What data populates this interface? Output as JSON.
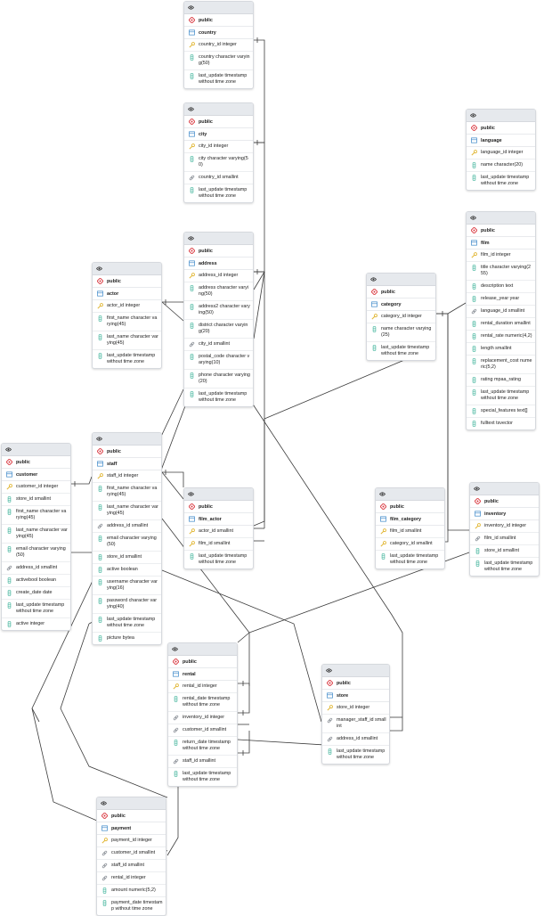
{
  "tables": [
    {
      "id": "country",
      "schema": "public",
      "name": "country",
      "columns": [
        {
          "type": "pk",
          "text": "country_id integer"
        },
        {
          "type": "col",
          "text": "country character varying(50)"
        },
        {
          "type": "col",
          "text": "last_update timestamp without time zone"
        }
      ]
    },
    {
      "id": "city",
      "schema": "public",
      "name": "city",
      "columns": [
        {
          "type": "pk",
          "text": "city_id integer"
        },
        {
          "type": "col",
          "text": "city character varying(50)"
        },
        {
          "type": "fk",
          "text": "country_id smallint"
        },
        {
          "type": "col",
          "text": "last_update timestamp without time zone"
        }
      ]
    },
    {
      "id": "language",
      "schema": "public",
      "name": "language",
      "columns": [
        {
          "type": "pk",
          "text": "language_id integer"
        },
        {
          "type": "col",
          "text": "name character(20)"
        },
        {
          "type": "col",
          "text": "last_update timestamp without time zone"
        }
      ]
    },
    {
      "id": "film",
      "schema": "public",
      "name": "film",
      "columns": [
        {
          "type": "pk",
          "text": "film_id integer"
        },
        {
          "type": "col",
          "text": "title character varying(255)"
        },
        {
          "type": "col",
          "text": "description text"
        },
        {
          "type": "col",
          "text": "release_year year"
        },
        {
          "type": "fk",
          "text": "language_id smallint"
        },
        {
          "type": "col",
          "text": "rental_duration smallint"
        },
        {
          "type": "col",
          "text": "rental_rate numeric(4,2)"
        },
        {
          "type": "col",
          "text": "length smallint"
        },
        {
          "type": "col",
          "text": "replacement_cost numeric(5,2)"
        },
        {
          "type": "col",
          "text": "rating mpaa_rating"
        },
        {
          "type": "col",
          "text": "last_update timestamp without time zone"
        },
        {
          "type": "col",
          "text": "special_features text[]"
        },
        {
          "type": "col",
          "text": "fulltext tsvector"
        }
      ]
    },
    {
      "id": "address",
      "schema": "public",
      "name": "address",
      "columns": [
        {
          "type": "pk",
          "text": "address_id integer"
        },
        {
          "type": "col",
          "text": "address character varying(50)"
        },
        {
          "type": "col",
          "text": "address2 character varying(50)"
        },
        {
          "type": "col",
          "text": "district character varying(20)"
        },
        {
          "type": "fk",
          "text": "city_id smallint"
        },
        {
          "type": "col",
          "text": "postal_code character varying(10)"
        },
        {
          "type": "col",
          "text": "phone character varying(20)"
        },
        {
          "type": "col",
          "text": "last_update timestamp without time zone"
        }
      ]
    },
    {
      "id": "actor",
      "schema": "public",
      "name": "actor",
      "columns": [
        {
          "type": "pk",
          "text": "actor_id integer"
        },
        {
          "type": "col",
          "text": "first_name character varying(45)"
        },
        {
          "type": "col",
          "text": "last_name character varying(45)"
        },
        {
          "type": "col",
          "text": "last_update timestamp without time zone"
        }
      ]
    },
    {
      "id": "category",
      "schema": "public",
      "name": "category",
      "columns": [
        {
          "type": "pk",
          "text": "category_id integer"
        },
        {
          "type": "col",
          "text": "name character varying(25)"
        },
        {
          "type": "col",
          "text": "last_update timestamp without time zone"
        }
      ]
    },
    {
      "id": "customer",
      "schema": "public",
      "name": "customer",
      "columns": [
        {
          "type": "pk",
          "text": "customer_id integer"
        },
        {
          "type": "col",
          "text": "store_id smallint"
        },
        {
          "type": "col",
          "text": "first_name character varying(45)"
        },
        {
          "type": "col",
          "text": "last_name character varying(45)"
        },
        {
          "type": "col",
          "text": "email character varying(50)"
        },
        {
          "type": "fk",
          "text": "address_id smallint"
        },
        {
          "type": "col",
          "text": "activebool boolean"
        },
        {
          "type": "col",
          "text": "create_date date"
        },
        {
          "type": "col",
          "text": "last_update timestamp without time zone"
        },
        {
          "type": "col",
          "text": "active integer"
        }
      ]
    },
    {
      "id": "staff",
      "schema": "public",
      "name": "staff",
      "columns": [
        {
          "type": "pk",
          "text": "staff_id integer"
        },
        {
          "type": "col",
          "text": "first_name character varying(45)"
        },
        {
          "type": "col",
          "text": "last_name character varying(45)"
        },
        {
          "type": "fk",
          "text": "address_id smallint"
        },
        {
          "type": "col",
          "text": "email character varying(50)"
        },
        {
          "type": "col",
          "text": "store_id smallint"
        },
        {
          "type": "col",
          "text": "active boolean"
        },
        {
          "type": "col",
          "text": "username character varying(16)"
        },
        {
          "type": "col",
          "text": "password character varying(40)"
        },
        {
          "type": "col",
          "text": "last_update timestamp without time zone"
        },
        {
          "type": "col",
          "text": "picture bytea"
        }
      ]
    },
    {
      "id": "film_actor",
      "schema": "public",
      "name": "film_actor",
      "columns": [
        {
          "type": "pkfk",
          "text": "actor_id smallint"
        },
        {
          "type": "pkfk",
          "text": "film_id smallint"
        },
        {
          "type": "col",
          "text": "last_update timestamp without time zone"
        }
      ]
    },
    {
      "id": "film_category",
      "schema": "public",
      "name": "film_category",
      "columns": [
        {
          "type": "pkfk",
          "text": "film_id smallint"
        },
        {
          "type": "pkfk",
          "text": "category_id smallint"
        },
        {
          "type": "col",
          "text": "last_update timestamp without time zone"
        }
      ]
    },
    {
      "id": "inventory",
      "schema": "public",
      "name": "inventory",
      "columns": [
        {
          "type": "pk",
          "text": "inventory_id integer"
        },
        {
          "type": "fk",
          "text": "film_id smallint"
        },
        {
          "type": "col",
          "text": "store_id smallint"
        },
        {
          "type": "col",
          "text": "last_update timestamp without time zone"
        }
      ]
    },
    {
      "id": "rental",
      "schema": "public",
      "name": "rental",
      "columns": [
        {
          "type": "pk",
          "text": "rental_id integer"
        },
        {
          "type": "col",
          "text": "rental_date timestamp without time zone"
        },
        {
          "type": "fk",
          "text": "inventory_id integer"
        },
        {
          "type": "fk",
          "text": "customer_id smallint"
        },
        {
          "type": "col",
          "text": "return_date timestamp without time zone"
        },
        {
          "type": "fk",
          "text": "staff_id smallint"
        },
        {
          "type": "col",
          "text": "last_update timestamp without time zone"
        }
      ]
    },
    {
      "id": "store",
      "schema": "public",
      "name": "store",
      "columns": [
        {
          "type": "pk",
          "text": "store_id integer"
        },
        {
          "type": "fk",
          "text": "manager_staff_id smallint"
        },
        {
          "type": "fk",
          "text": "address_id smallint"
        },
        {
          "type": "col",
          "text": "last_update timestamp without time zone"
        }
      ]
    },
    {
      "id": "payment",
      "schema": "public",
      "name": "payment",
      "columns": [
        {
          "type": "pk",
          "text": "payment_id integer"
        },
        {
          "type": "fk",
          "text": "customer_id smallint"
        },
        {
          "type": "fk",
          "text": "staff_id smallint"
        },
        {
          "type": "fk",
          "text": "rental_id integer"
        },
        {
          "type": "col",
          "text": "amount numeric(5,2)"
        },
        {
          "type": "col",
          "text": "payment_date timestamp without time zone"
        }
      ]
    }
  ],
  "colors": {
    "header": "#e6e9ed",
    "schema_icon": "#d9363e",
    "table_icon": "#3a86c8",
    "pk_icon": "#e2b93b",
    "col_icon": "#3fb39a",
    "fk_icon": "#8a8f96",
    "line": "#3c3c3c"
  }
}
